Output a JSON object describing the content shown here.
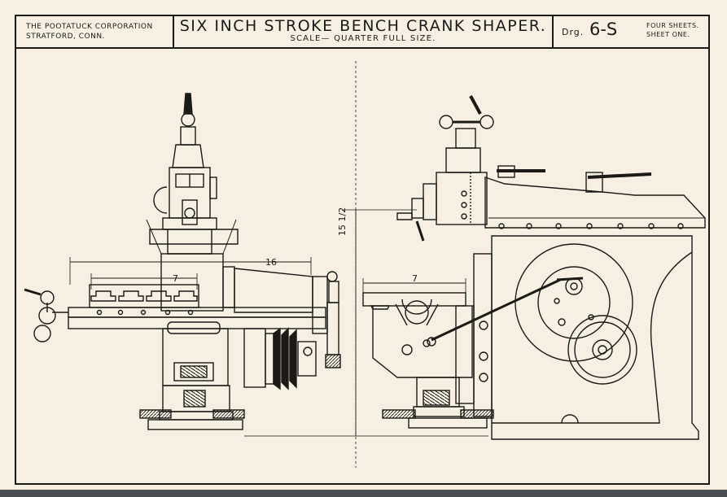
{
  "header": {
    "company_line1": "THE POOTATUCK CORPORATION",
    "company_line2": "STRATFORD, CONN.",
    "title": "SIX INCH STROKE BENCH CRANK SHAPER.",
    "scale": "SCALE— QUARTER FULL SIZE.",
    "drawing_prefix": "Drg.",
    "drawing_number": "6-S",
    "sheets_line1": "FOUR SHEETS.",
    "sheets_line2": "SHEET ONE."
  },
  "dimensions": {
    "left_table_width": "7",
    "overall_length": "16",
    "height": "15 1/2",
    "right_table_width": "7"
  }
}
